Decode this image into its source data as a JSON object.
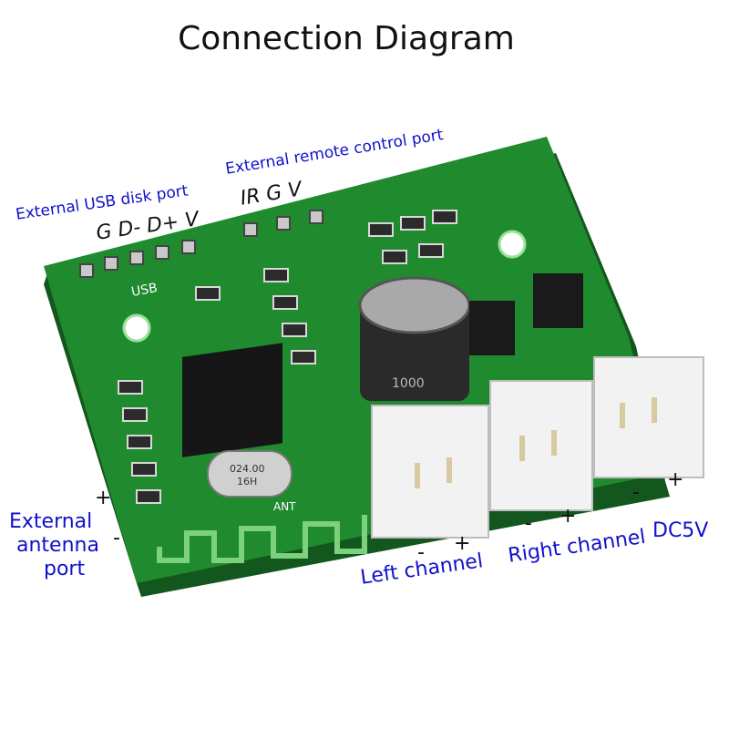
{
  "title": "Connection Diagram",
  "labels": {
    "usb_port": "External USB disk port",
    "usb_pins": "G D- D+ V",
    "remote_port": "External remote control port",
    "remote_pins": "IR G V",
    "antenna_line1": "External",
    "antenna_line2": "antenna",
    "antenna_line3": "port",
    "left_channel": "Left channel",
    "right_channel": "Right channel",
    "dc5v": "DC5V",
    "plus": "+",
    "minus": "-"
  },
  "silkscreen": {
    "usb": "USB",
    "ant": "ANT",
    "crystal_top": "024.00",
    "crystal_bottom": "16H",
    "cap": "1000"
  },
  "colors": {
    "pcb": "#1f8a2e",
    "label_blue": "#1010cc"
  }
}
